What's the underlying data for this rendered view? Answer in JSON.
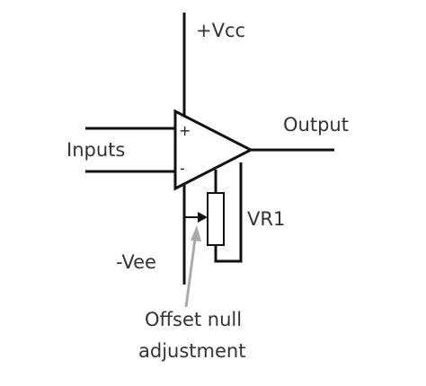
{
  "labels": {
    "vcc": "+Vcc",
    "vee": "-Vee",
    "output": "Output",
    "inputs": "Inputs",
    "plus": "+",
    "minus": "-",
    "vr1": "VR1",
    "note_line1": "Offset null",
    "note_line2": "adjustment"
  },
  "colors": {
    "wire": "#111111",
    "text": "#333333",
    "pointer": "#aaaaaa",
    "background": "#ffffff"
  }
}
